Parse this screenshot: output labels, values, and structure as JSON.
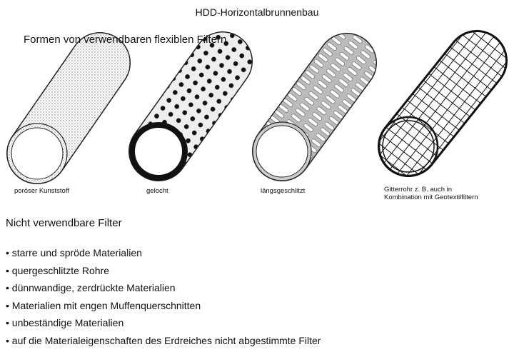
{
  "title": "HDD-Horizontalbrunnenbau",
  "subtitle": "Formen von verwendbaren flexiblen Filtern",
  "filters": [
    {
      "label": "poröser Kunststoff"
    },
    {
      "label": "gelocht"
    },
    {
      "label": "längsgeschlitzt"
    },
    {
      "label": "Gitterrohr z. B. auch in",
      "label2": "Kombination mit Geotextilfiltern"
    }
  ],
  "unusable": {
    "heading": "Nicht verwendbare Filter",
    "items": [
      "• starre und spröde Materialien",
      "• quergeschlitzte Rohre",
      "• dünnwandige, zerdrückte Materialien",
      "• Materialien mit engen Muffenquerschnitten",
      "• unbeständige Materialien",
      "• auf die Materialeigenschaften des Erdreiches  nicht abgestimmte Filter"
    ]
  }
}
